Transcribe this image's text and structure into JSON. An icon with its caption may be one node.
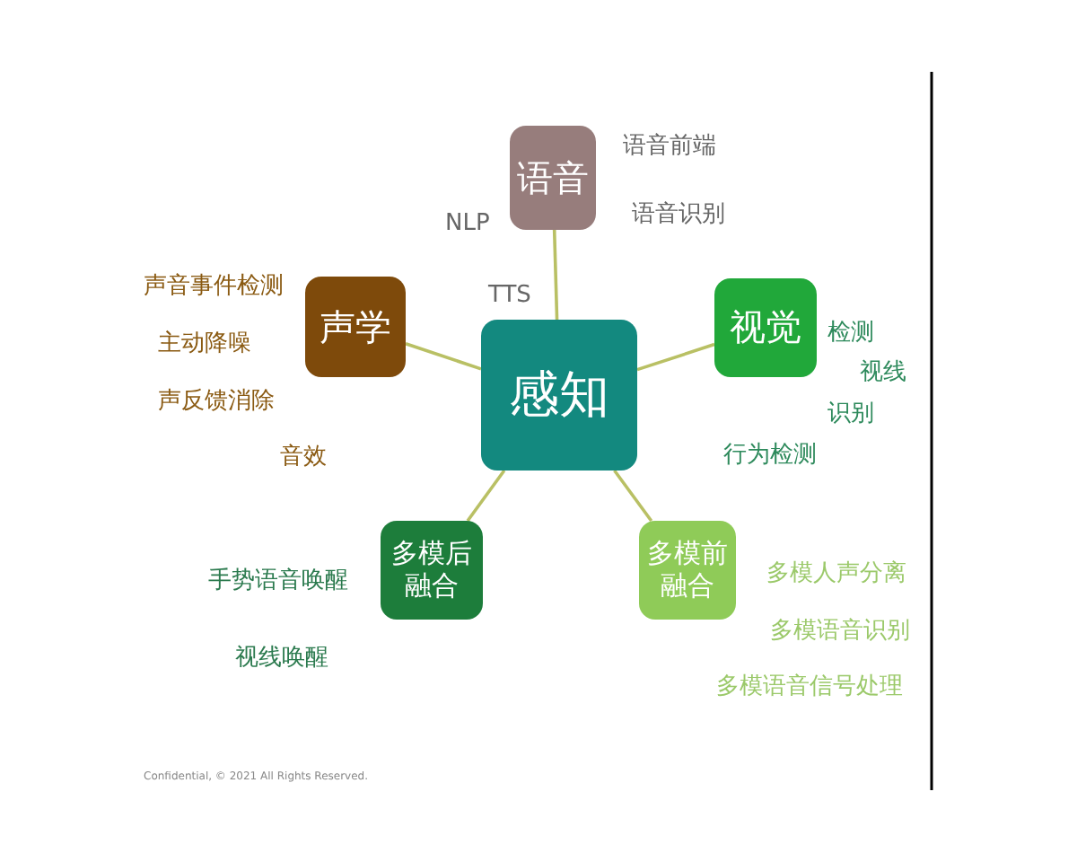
{
  "diagram": {
    "nodes": [
      {
        "text": [
          "语音"
        ],
        "beside": [
          "语音前端",
          "语音识别"
        ]
      },
      {
        "text": [
          "声学"
        ],
        "beside": [
          "声音事件检测",
          "主动降噪",
          "声反馈消除",
          "音效"
        ]
      },
      {
        "text": [
          "感知"
        ]
      },
      {
        "text": [
          "视觉"
        ],
        "beside": [
          "检测",
          "视线",
          "识别",
          "行为检测"
        ]
      },
      {
        "text": [
          "多模后融合"
        ],
        "beside": [
          "手势语音唤醒",
          "视线唤醒"
        ]
      },
      {
        "text": [
          "多模前融合"
        ],
        "beside": [
          "多模人声分离",
          "多模语音识别",
          "多模语音信号处理"
        ]
      }
    ],
    "edges": [
      {
        "from": 2,
        "to": 0,
        "arrow": "none"
      },
      {
        "from": 2,
        "to": 1,
        "arrow": "none"
      },
      {
        "from": 2,
        "to": 3,
        "arrow": "none"
      },
      {
        "from": 2,
        "to": 4,
        "arrow": "none"
      },
      {
        "from": 2,
        "to": 5,
        "arrow": "none"
      }
    ],
    "labels": [
      "NLP",
      "TTS",
      "Confidential, © 2021 All Rights Reserved."
    ]
  }
}
